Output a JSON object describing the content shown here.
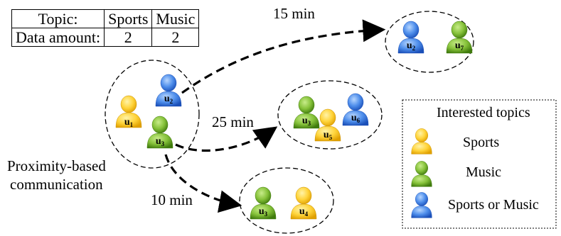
{
  "table": {
    "header": [
      "Topic:",
      "Sports",
      "Music"
    ],
    "row": [
      "Data amount:",
      "2",
      "2"
    ]
  },
  "times": {
    "t1": "15 min",
    "t2": "25 min",
    "t3": "10 min"
  },
  "caption": {
    "line1": "Proximity-based",
    "line2": "communication"
  },
  "legend": {
    "title": "Interested topics",
    "items": [
      {
        "label": "Sports",
        "color": "yellow"
      },
      {
        "label": "Music",
        "color": "green"
      },
      {
        "label": "Sports or Music",
        "color": "blue"
      }
    ]
  },
  "users": {
    "u1": "u1",
    "u2": "u2",
    "u3": "u3",
    "u4": "u4",
    "u5": "u5",
    "u6": "u6",
    "u7": "u7"
  },
  "colors": {
    "yellow_light": "#FFE36B",
    "yellow_dark": "#E3A400",
    "green_light": "#9CD34A",
    "green_dark": "#4E8A10",
    "blue_light": "#6FA8F2",
    "blue_dark": "#1F5EC9"
  }
}
